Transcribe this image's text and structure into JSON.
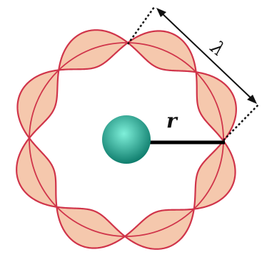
{
  "diagram": {
    "wavelength_symbol": "λ",
    "radius_symbol": "r",
    "wave_lobes": 8
  },
  "colors": {
    "lobe_fill": "#f5c8ad",
    "lobe_stroke": "#d0344a",
    "nucleus_center": "#7ff0da",
    "nucleus_edge": "#0f7d6d",
    "radius_line": "#000000",
    "dimension_line": "#111111"
  }
}
